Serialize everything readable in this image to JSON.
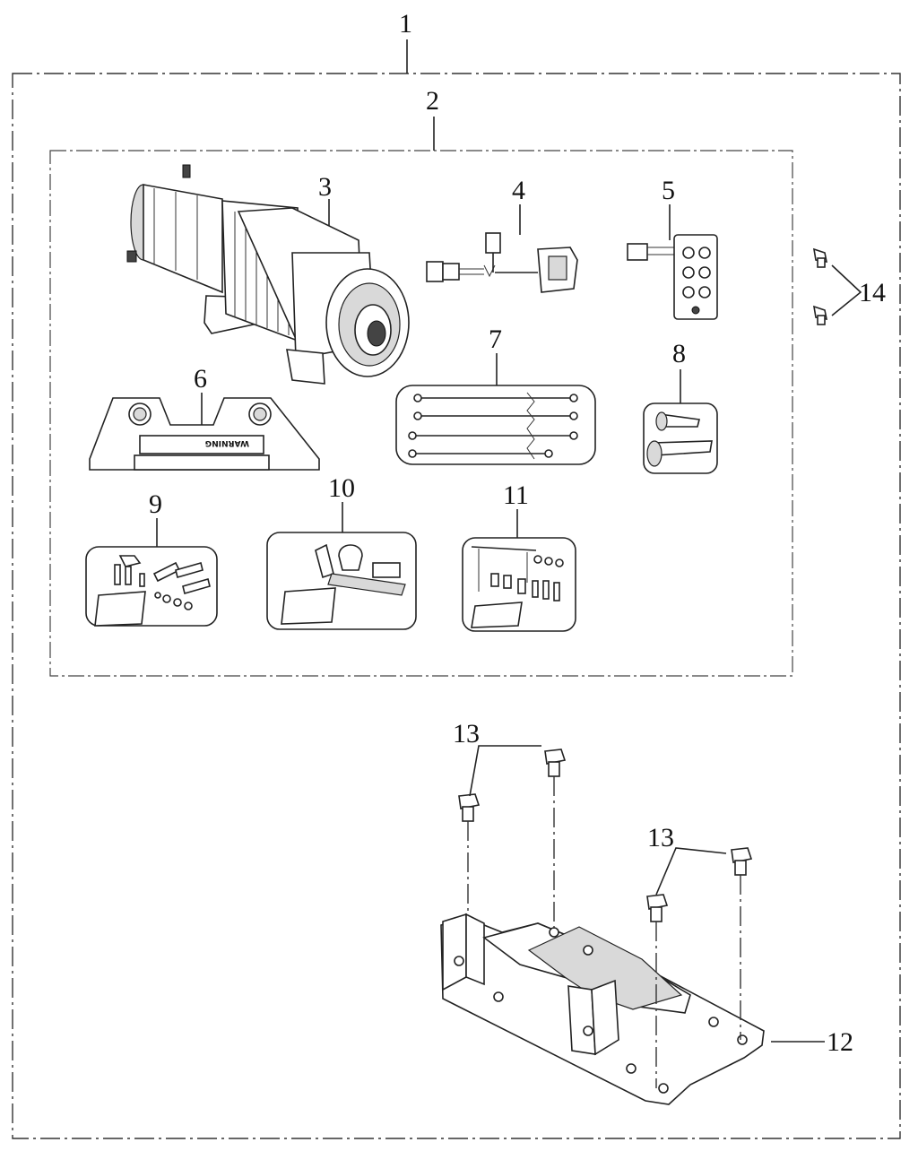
{
  "callouts": {
    "c1": "1",
    "c2": "2",
    "c3": "3",
    "c4": "4",
    "c5": "5",
    "c6": "6",
    "c7": "7",
    "c8": "8",
    "c9": "9",
    "c10": "10",
    "c11": "11",
    "c12": "12",
    "c13a": "13",
    "c13b": "13",
    "c14": "14"
  },
  "fairlead_label": "WARNING"
}
